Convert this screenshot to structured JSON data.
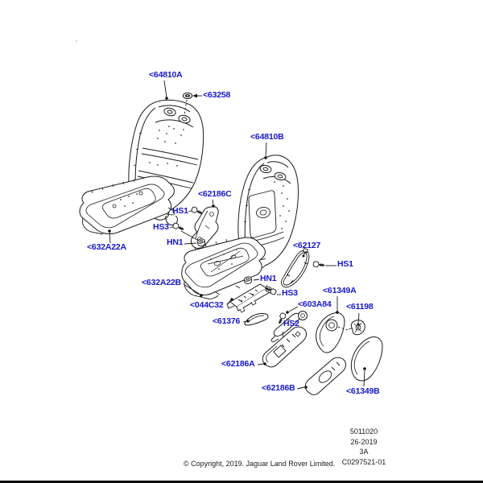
{
  "diagram": {
    "part_labels": [
      {
        "id": "64810A",
        "text": "<64810A"
      },
      {
        "id": "63258",
        "text": "<63258"
      },
      {
        "id": "64810B",
        "text": "<64810B"
      },
      {
        "id": "62186C",
        "text": "<62186C"
      },
      {
        "id": "HS1-a",
        "text": "HS1"
      },
      {
        "id": "HS3-a",
        "text": "HS3"
      },
      {
        "id": "HN1-a",
        "text": "HN1"
      },
      {
        "id": "632A22A",
        "text": "<632A22A"
      },
      {
        "id": "62127",
        "text": "<62127"
      },
      {
        "id": "HS1-b",
        "text": "HS1"
      },
      {
        "id": "632A22B",
        "text": "<632A22B"
      },
      {
        "id": "HN1-b",
        "text": "HN1"
      },
      {
        "id": "HS3-b",
        "text": "HS3"
      },
      {
        "id": "61349A",
        "text": "<61349A"
      },
      {
        "id": "044C32",
        "text": "<044C32"
      },
      {
        "id": "603A84",
        "text": "<603A84"
      },
      {
        "id": "61198",
        "text": "<61198"
      },
      {
        "id": "61376",
        "text": "<61376"
      },
      {
        "id": "HS2",
        "text": "HS2"
      },
      {
        "id": "62186A",
        "text": "<62186A"
      },
      {
        "id": "62186B",
        "text": "<62186B"
      },
      {
        "id": "61349B",
        "text": "<61349B"
      }
    ],
    "footer_block": {
      "lines": [
        "5011020",
        "26-2019",
        "3A",
        "C0297521-01"
      ]
    },
    "copyright": "© Copyright, 2019. Jaguar Land Rover Limited.",
    "colors": {
      "part_link_blue": "#1616cf",
      "line_art": "#1a1a1a"
    }
  }
}
